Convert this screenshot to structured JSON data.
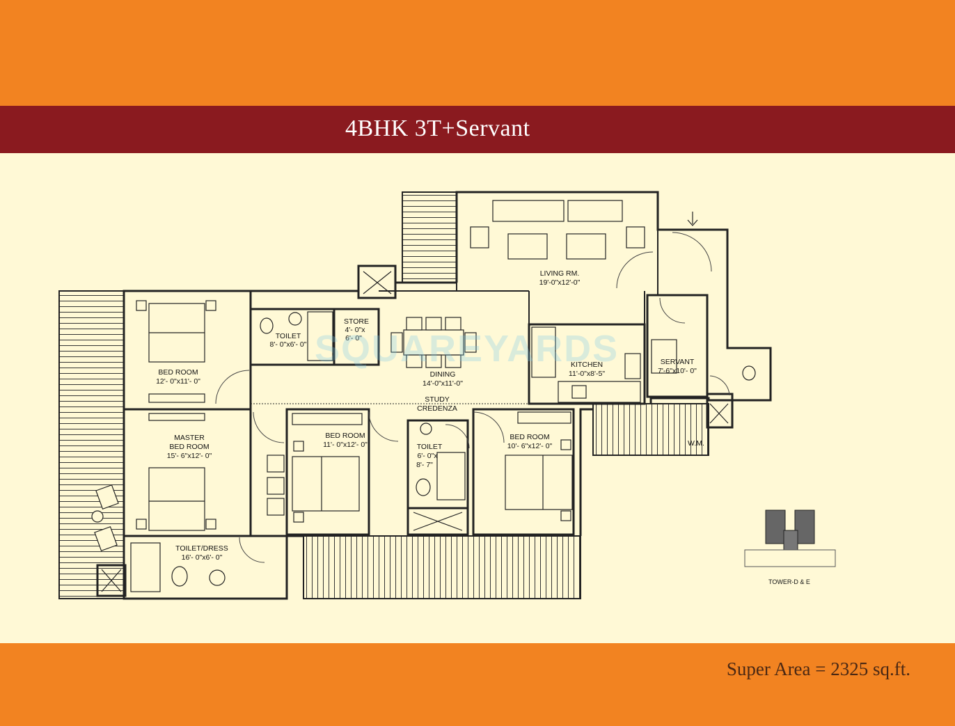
{
  "title": "4BHK 3T+Servant",
  "super_area": "Super Area = 2325 sq.ft.",
  "watermark": "SQUAREYARDS",
  "tower_label": "TOWER-D & E",
  "colors": {
    "top_band": "#f28321",
    "title_band": "#8a1a1f",
    "background": "#fff9d6",
    "wall": "#222222"
  },
  "rooms": {
    "living": {
      "name": "LIVING RM.",
      "size": "19'-0\"x12'-0\""
    },
    "bed1": {
      "name": "BED ROOM",
      "size": "12'- 0\"x11'- 0\""
    },
    "toilet1": {
      "name": "TOILET",
      "size": "8'- 0\"x6'- 0\""
    },
    "store": {
      "name": "STORE",
      "size1": "4'- 0\"x",
      "size2": "6'- 0\""
    },
    "dining": {
      "name": "DINING",
      "size": "14'-0\"x11'-0\""
    },
    "kitchen": {
      "name": "KITCHEN",
      "size": "11'-0\"x8'-5\""
    },
    "servant": {
      "name": "SERVANT",
      "size": "7'-6\"x10'- 0\""
    },
    "study": {
      "name1": "STUDY",
      "name2": "CREDENZA"
    },
    "master": {
      "name1": "MASTER",
      "name2": "BED ROOM",
      "size": "15'- 6\"x12'- 0\""
    },
    "bed2": {
      "name": "BED ROOM",
      "size": "11'- 0\"x12'- 0\""
    },
    "toilet2": {
      "name": "TOILET",
      "size1": "6'- 0\"x",
      "size2": "8'- 7\""
    },
    "bed3": {
      "name": "BED ROOM",
      "size": "10'- 6\"x12'- 0\""
    },
    "toilet_dress": {
      "name": "TOILET/DRESS",
      "size": "16'- 0\"x6'- 0\""
    },
    "wm": {
      "name": "W.M."
    }
  }
}
